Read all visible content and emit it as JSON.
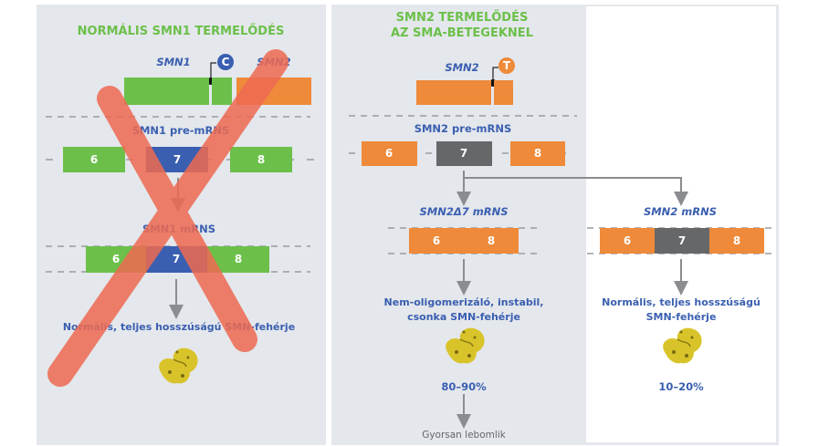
{
  "colors": {
    "green": "#6cc04a",
    "blue": "#3a5fb0",
    "orange": "#ee8a3a",
    "gray_exon": "#666769",
    "cross": "#ee6a52",
    "panel_bg": "#e4e7ec"
  },
  "left": {
    "title": "NORMÁLIS SMN1 TERMELŐDÉS",
    "gene1_label": "SMN1",
    "gene2_label": "SMN2",
    "nucleotide": "C",
    "pre_mrna_label": "SMN1 pre-mRNS",
    "exons": [
      "6",
      "7",
      "8"
    ],
    "mrna_label": "SMN1 mRNS",
    "protein_label": "Normális, teljes hosszúságú SMN-fehérje",
    "crossed_out": true
  },
  "right": {
    "title_line1": "SMN2 TERMELŐDÉS",
    "title_line2": "AZ SMA-BETEGEKNEL",
    "gene_label": "SMN2",
    "nucleotide": "T",
    "pre_mrna_label": "SMN2 pre-mRNS",
    "exons": [
      "6",
      "7",
      "8"
    ],
    "branch_a": {
      "mrna_label": "SMN2Δ7 mRNS",
      "exons": [
        "6",
        "8"
      ],
      "protein_line1": "Nem-oligomerizáló, instabil,",
      "protein_line2": "csonka SMN-fehérje",
      "percent": "80–90%",
      "fate": "Gyorsan lebomlik"
    },
    "branch_b": {
      "mrna_label": "SMN2 mRNS",
      "exons": [
        "6",
        "7",
        "8"
      ],
      "protein_line1": "Normális, teljes hosszúságú",
      "protein_line2": "SMN-fehérje",
      "percent": "10–20%"
    }
  }
}
